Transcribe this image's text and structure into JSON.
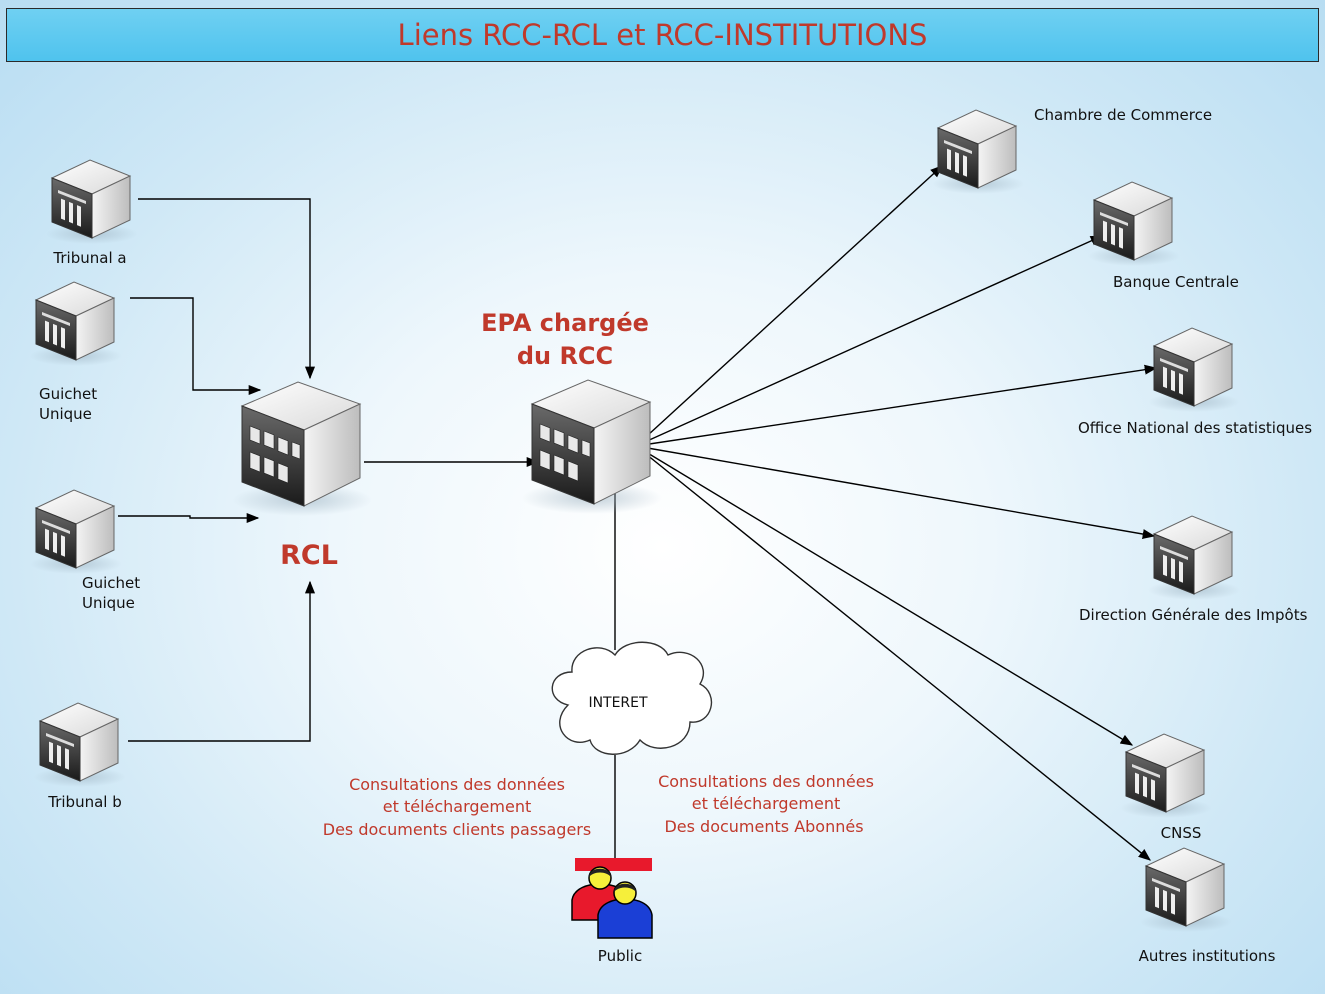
{
  "title": "Liens RCC-RCL et RCC-INSTITUTIONS",
  "nodes": {
    "tribunal_a": "Tribunal a",
    "guichet_1": [
      "Guichet",
      "Unique"
    ],
    "guichet_2": [
      "Guichet",
      "Unique"
    ],
    "tribunal_b": "Tribunal  b",
    "rcl": "RCL",
    "epa": [
      "EPA chargée",
      "du RCC"
    ],
    "internet": "INTERET",
    "public": "Public"
  },
  "institutions": [
    "Chambre de Commerce",
    "Banque Centrale",
    "Office National des statistiques",
    "Direction Générale des Impôts",
    "CNSS",
    "Autres institutions"
  ],
  "consultations_left": [
    "Consultations des données",
    "et téléchargement",
    "Des documents  clients passagers"
  ],
  "consultations_right": [
    "Consultations des données",
    "et téléchargement",
    "Des documents Abonnés"
  ],
  "colors": {
    "accent": "#c0392b",
    "title_bg": "#4fc3ee"
  }
}
